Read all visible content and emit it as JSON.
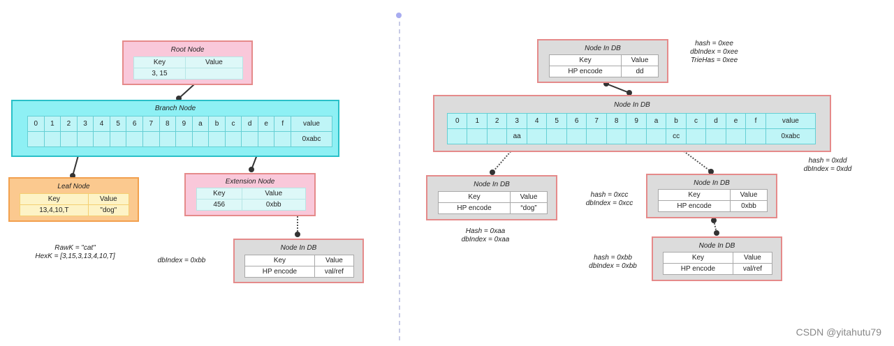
{
  "left": {
    "root": {
      "title": "Root Node",
      "head": [
        "Key",
        "Value"
      ],
      "row": [
        "3, 15",
        ""
      ]
    },
    "branch": {
      "title": "Branch Node",
      "cols": [
        "0",
        "1",
        "2",
        "3",
        "4",
        "5",
        "6",
        "7",
        "8",
        "9",
        "a",
        "b",
        "c",
        "d",
        "e",
        "f",
        "value"
      ],
      "row": [
        "",
        "",
        "",
        "",
        "",
        "",
        "",
        "",
        "",
        "",
        "",
        "",
        "",
        "",
        "",
        "",
        "0xabc"
      ]
    },
    "leaf": {
      "title": "Leaf Node",
      "head": [
        "Key",
        "Value"
      ],
      "row": [
        "13,4,10,T",
        "\"dog\""
      ]
    },
    "extension": {
      "title": "Extension Node",
      "head": [
        "Key",
        "Value"
      ],
      "row": [
        "456",
        "0xbb"
      ]
    },
    "db": {
      "title": "Node In DB",
      "head": [
        "Key",
        "Value"
      ],
      "row": [
        "HP encode",
        "val/ref"
      ]
    },
    "raw_note": [
      "RawK = \"cat\"",
      "HexK = [3,15,3,13,4,10,T]"
    ],
    "db_note": "dbIndex = 0xbb"
  },
  "right": {
    "top_db": {
      "title": "Node In DB",
      "head": [
        "Key",
        "Value"
      ],
      "row": [
        "HP encode",
        "dd"
      ]
    },
    "top_note": [
      "hash = 0xee",
      "dbIndex = 0xee",
      "TrieHas = 0xee"
    ],
    "branch": {
      "title": "Node In DB",
      "cols": [
        "0",
        "1",
        "2",
        "3",
        "4",
        "5",
        "6",
        "7",
        "8",
        "9",
        "a",
        "b",
        "c",
        "d",
        "e",
        "f",
        "value"
      ],
      "row": [
        "",
        "",
        "",
        "aa",
        "",
        "",
        "",
        "",
        "",
        "",
        "",
        "cc",
        "",
        "",
        "",
        "",
        "0xabc"
      ]
    },
    "branch_note": [
      "hash = 0xdd",
      "dbIndex = 0xdd"
    ],
    "left_db": {
      "title": "Node In DB",
      "head": [
        "Key",
        "Value"
      ],
      "row": [
        "HP encode",
        "“dog”"
      ]
    },
    "left_note": [
      "Hash = 0xaa",
      "dbIndex = 0xaa"
    ],
    "mid_db": {
      "title": "Node In DB",
      "head": [
        "Key",
        "Value"
      ],
      "row": [
        "HP encode",
        "0xbb"
      ]
    },
    "mid_note": [
      "hash = 0xcc",
      "dbIndex = 0xcc"
    ],
    "bot_db": {
      "title": "Node In DB",
      "head": [
        "Key",
        "Value"
      ],
      "row": [
        "HP encode",
        "val/ref"
      ]
    },
    "bot_note": [
      "hash = 0xbb",
      "dbIndex = 0xbb"
    ]
  },
  "watermark": "CSDN @yitahutu79"
}
